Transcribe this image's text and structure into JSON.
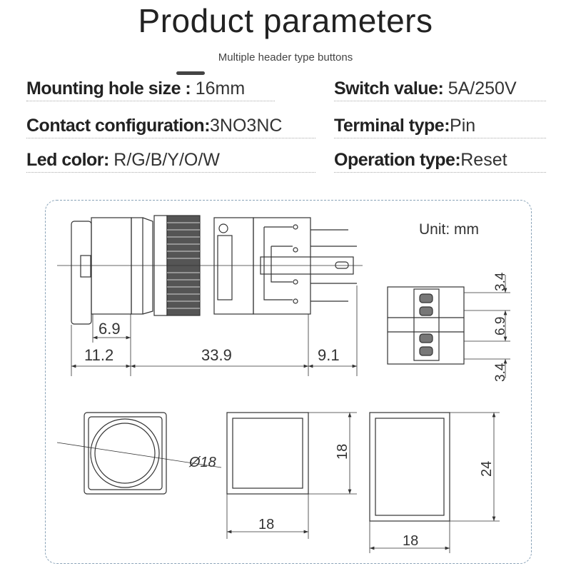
{
  "header": {
    "title": "Product parameters",
    "subtitle": "Multiple header type buttons"
  },
  "specs": [
    {
      "label": "Mounting hole size : ",
      "value": "16mm"
    },
    {
      "label": "Switch value: ",
      "value": "5A/250V"
    },
    {
      "label": "Contact configuration:",
      "value": "3NO3NC"
    },
    {
      "label": "Terminal type:",
      "value": "Pin"
    },
    {
      "label": "Led color: ",
      "value": "R/G/B/Y/O/W"
    },
    {
      "label": "Operation type:",
      "value": "Reset"
    }
  ],
  "diagram": {
    "unit": "Unit:  mm",
    "side_dims": {
      "d1": "6.9",
      "d2": "11.2",
      "d3": "33.9",
      "d4": "9.1"
    },
    "end_dims": {
      "top": "3.4",
      "mid": "6.9",
      "bottom": "3.4"
    },
    "round": {
      "diameter": "Ø18"
    },
    "square": {
      "height": "18",
      "width": "18"
    },
    "rect": {
      "height": "24",
      "width": "18"
    }
  }
}
